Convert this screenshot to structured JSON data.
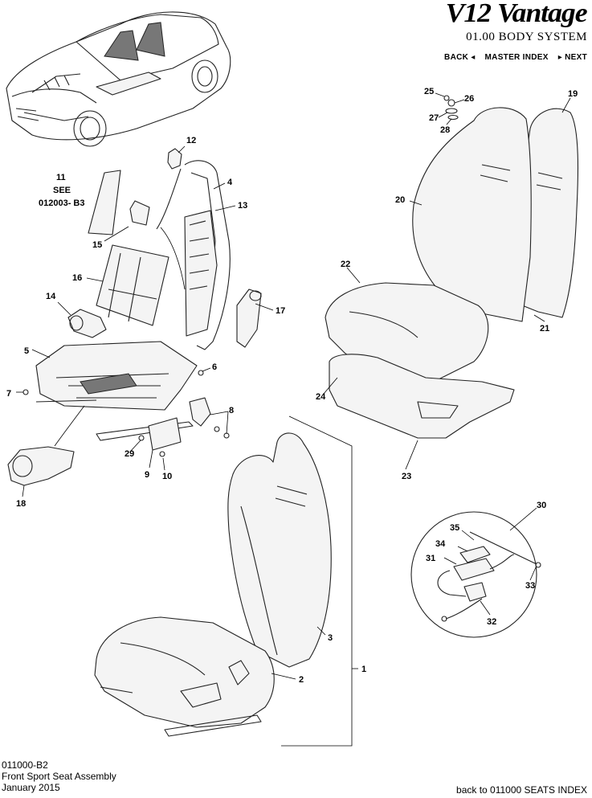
{
  "header": {
    "brand": "V12 Vantage",
    "system": "01.00 BODY SYSTEM",
    "nav": {
      "back": "BACK ◂",
      "master": "MASTER INDEX",
      "next": "▸ NEXT"
    }
  },
  "diagram": {
    "callouts": [
      {
        "id": "c1",
        "label": "1"
      },
      {
        "id": "c2",
        "label": "2"
      },
      {
        "id": "c3",
        "label": "3"
      },
      {
        "id": "c4",
        "label": "4"
      },
      {
        "id": "c5",
        "label": "5"
      },
      {
        "id": "c6",
        "label": "6"
      },
      {
        "id": "c7",
        "label": "7"
      },
      {
        "id": "c8",
        "label": "8"
      },
      {
        "id": "c9",
        "label": "9"
      },
      {
        "id": "c10",
        "label": "10"
      },
      {
        "id": "c12",
        "label": "12"
      },
      {
        "id": "c13",
        "label": "13"
      },
      {
        "id": "c14",
        "label": "14"
      },
      {
        "id": "c15",
        "label": "15"
      },
      {
        "id": "c16",
        "label": "16"
      },
      {
        "id": "c17",
        "label": "17"
      },
      {
        "id": "c18",
        "label": "18"
      },
      {
        "id": "c19",
        "label": "19"
      },
      {
        "id": "c20",
        "label": "20"
      },
      {
        "id": "c21",
        "label": "21"
      },
      {
        "id": "c22",
        "label": "22"
      },
      {
        "id": "c23",
        "label": "23"
      },
      {
        "id": "c24",
        "label": "24"
      },
      {
        "id": "c25",
        "label": "25"
      },
      {
        "id": "c26",
        "label": "26"
      },
      {
        "id": "c27",
        "label": "27"
      },
      {
        "id": "c28",
        "label": "28"
      },
      {
        "id": "c29",
        "label": "29"
      },
      {
        "id": "c30",
        "label": "30"
      },
      {
        "id": "c31",
        "label": "31"
      },
      {
        "id": "c32",
        "label": "32"
      },
      {
        "id": "c33",
        "label": "33"
      },
      {
        "id": "c34",
        "label": "34"
      },
      {
        "id": "c35",
        "label": "35"
      }
    ],
    "ref11": {
      "num": "11",
      "see": "SEE",
      "code": "012003- B3"
    }
  },
  "footer": {
    "code": "011000-B2",
    "title": "Front Sport Seat Assembly",
    "date": "January 2015",
    "back_link": "back to 011000 SEATS INDEX"
  }
}
